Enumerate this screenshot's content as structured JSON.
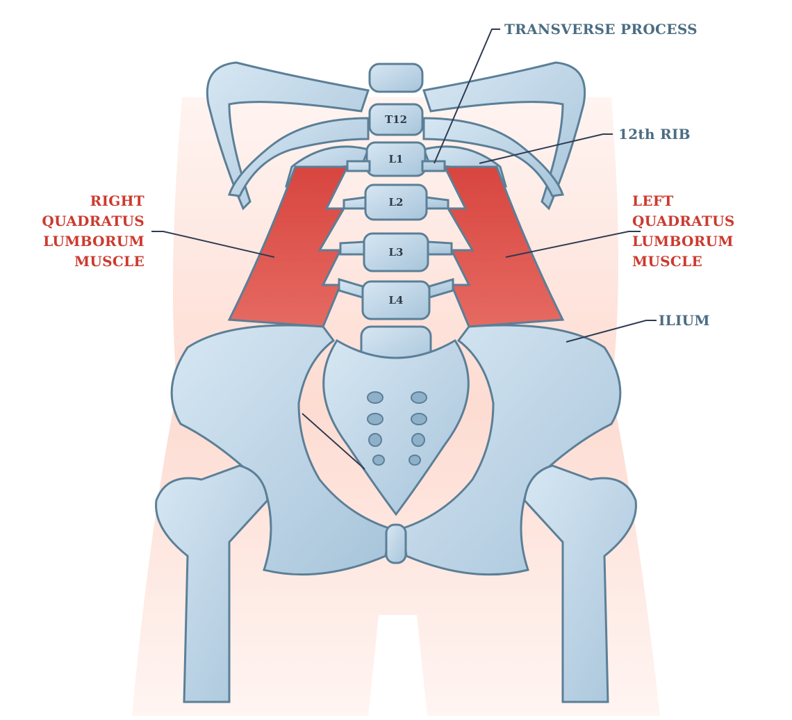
{
  "labels": {
    "transverse_process": "TRANSVERSE PROCESS",
    "rib_12": "12th RIB",
    "right_ql": [
      "RIGHT",
      "QUADRATUS",
      "LUMBORUM",
      "MUSCLE"
    ],
    "left_ql": [
      "LEFT",
      "QUADRATUS",
      "LUMBORUM",
      "MUSCLE"
    ],
    "ilium": "ILIUM"
  },
  "vertebrae": [
    "T12",
    "L1",
    "L2",
    "L3",
    "L4"
  ],
  "colors": {
    "label_blue": "#4c6d82",
    "label_red": "#cc3a2f",
    "bone": "#b9d3e6",
    "bone_outline": "#5b7f97",
    "muscle": "#d9514a",
    "skin": "#fde3dc"
  }
}
